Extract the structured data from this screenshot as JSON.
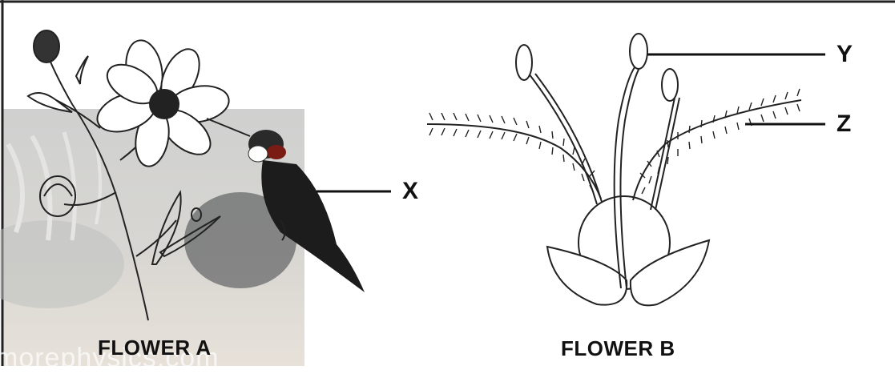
{
  "labels": {
    "x": "X",
    "y": "Y",
    "z": "Z"
  },
  "captions": {
    "flower_a": "FLOWER A",
    "flower_b": "FLOWER B"
  },
  "watermark": "morephysics.com"
}
